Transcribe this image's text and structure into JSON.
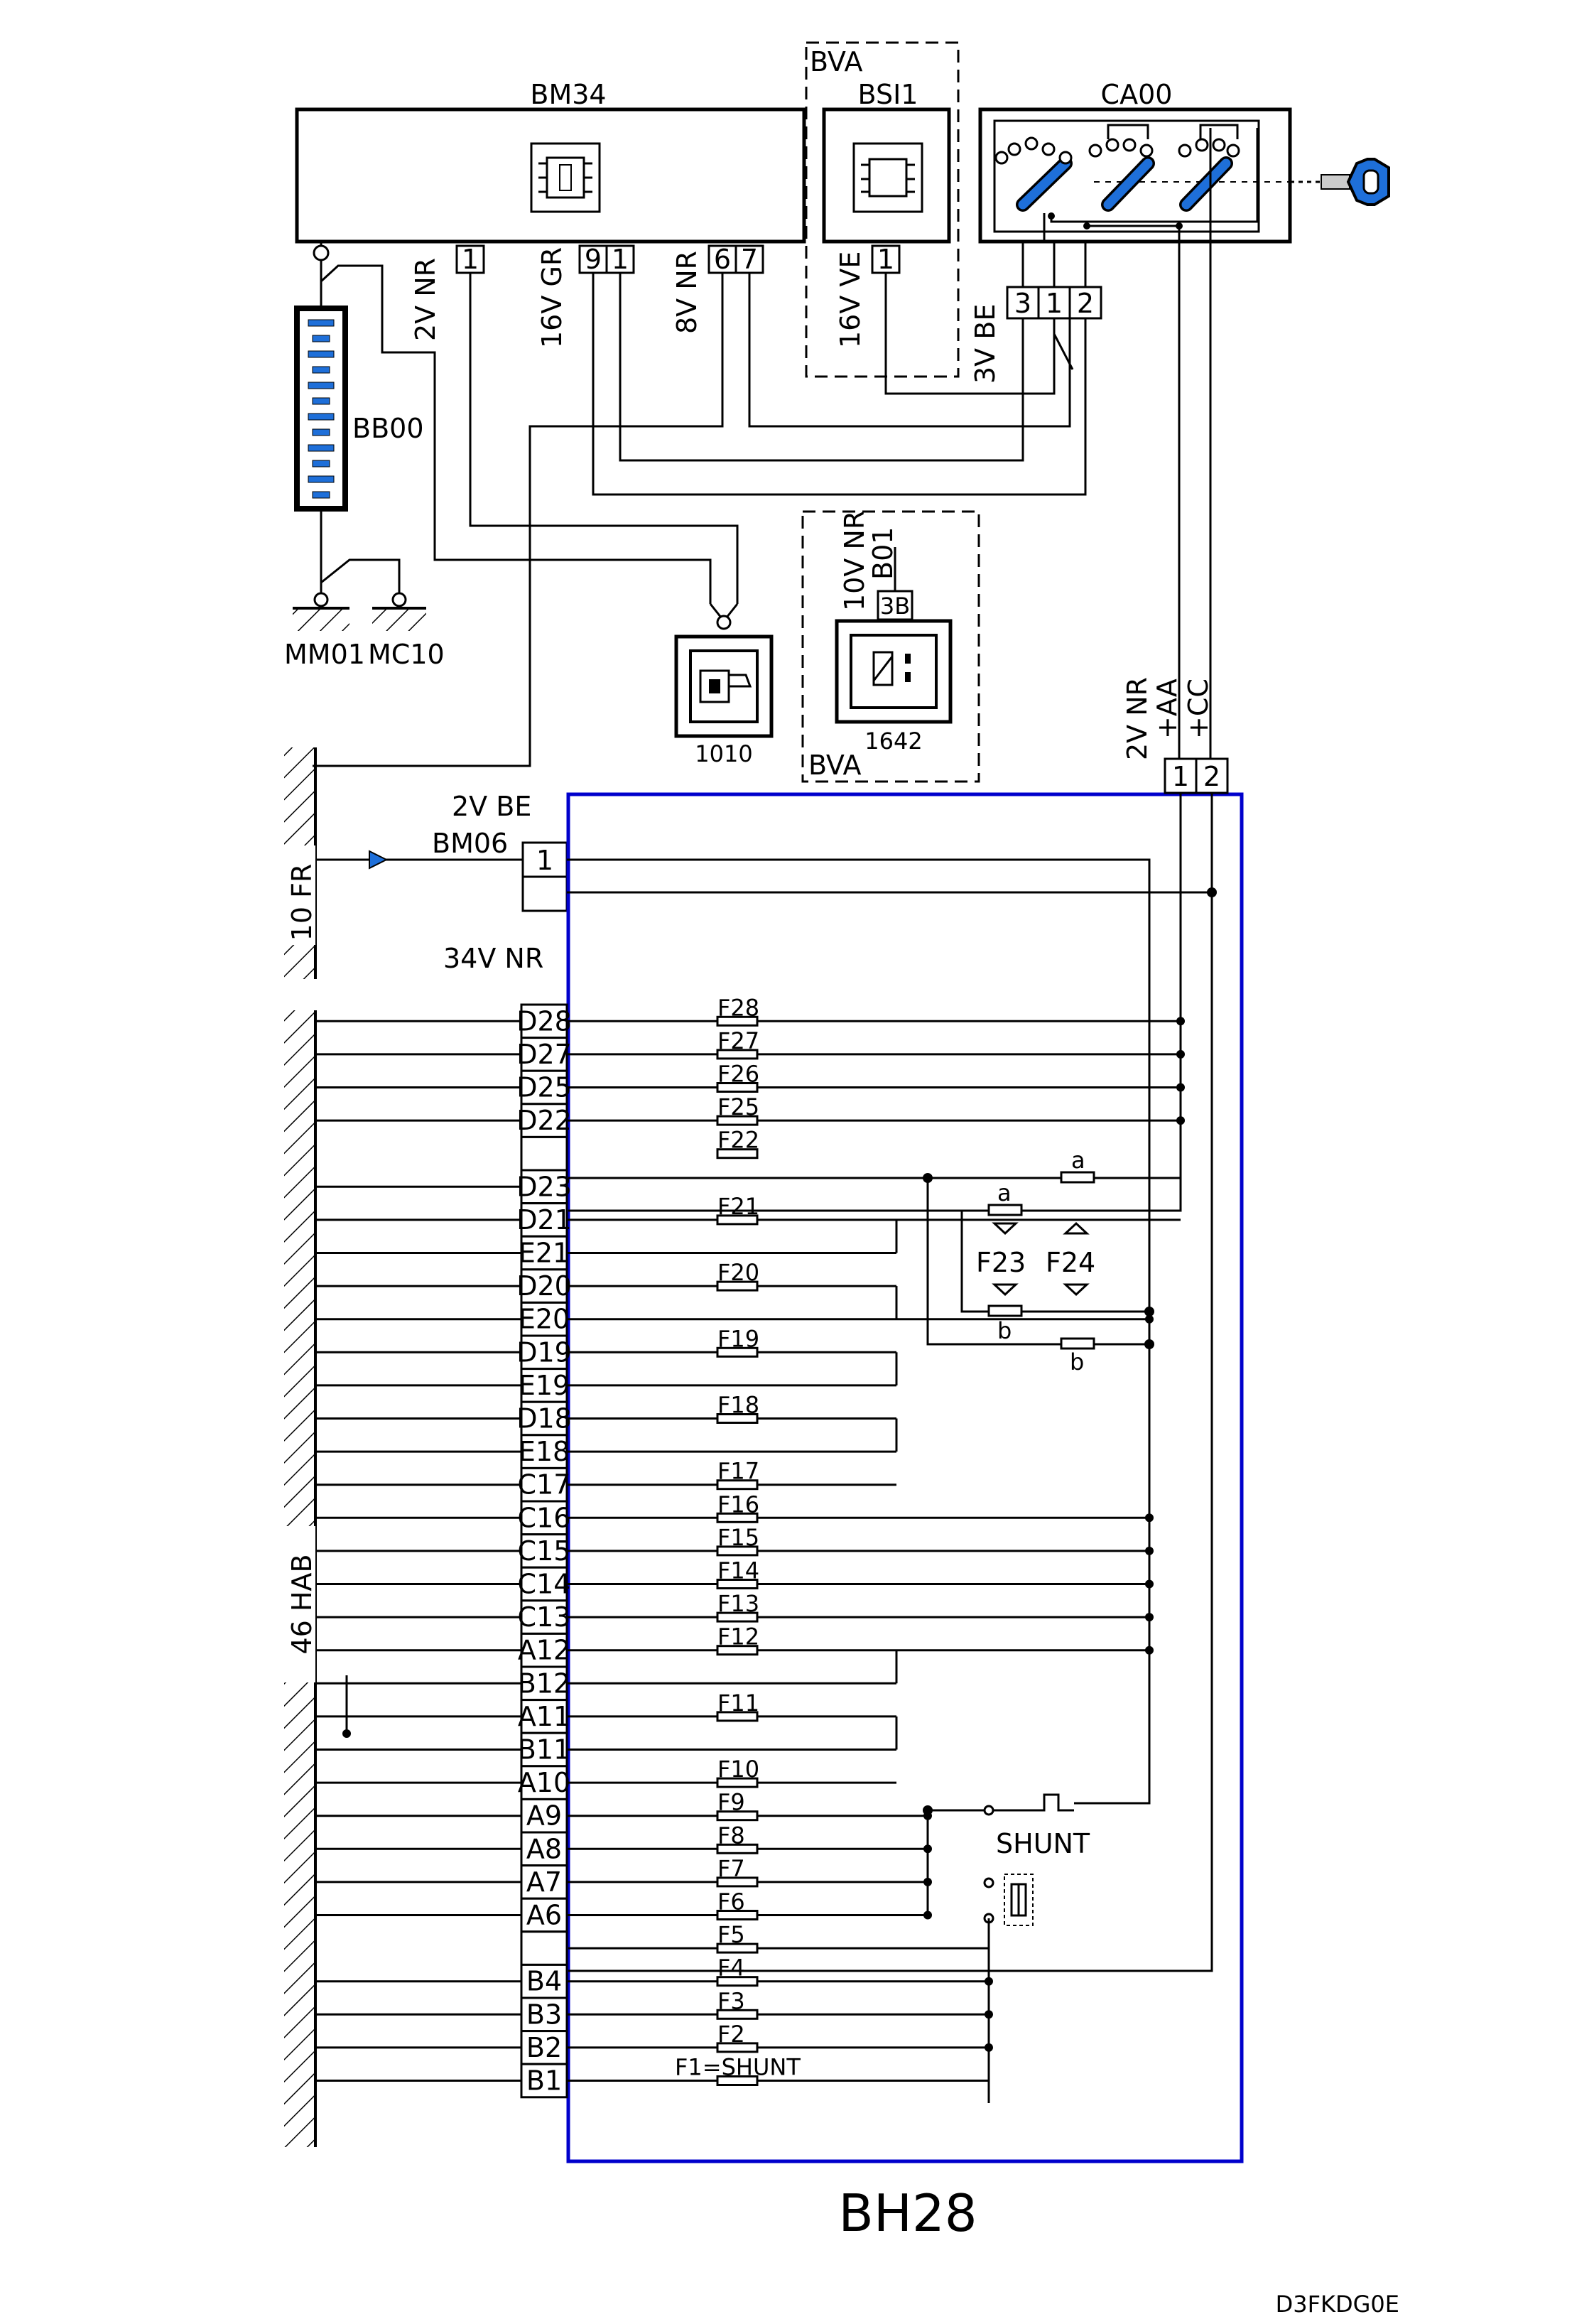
{
  "modules": {
    "bm34": "BM34",
    "bvs": "BVA",
    "bsi1": "BSI1",
    "ca00": "CA00",
    "bb00": "BB00",
    "mm01": "MM01",
    "mc10": "MC10",
    "starter": "1010",
    "bva_lower": "BVA",
    "relay": "1642",
    "bm06": "BM06",
    "bh28": "BH28"
  },
  "connectors": {
    "bm34_2v": "2V NR",
    "bm34_16v": "16V GR",
    "bm34_8v": "8V NR",
    "bsi_16v": "16V VE",
    "ca00_3v": "3V BE",
    "relay_10v": "10V NR",
    "relay_b01": "B01",
    "relay_pin": "3B",
    "bh28_top": "2V NR",
    "bh28_aa": "+AA",
    "bh28_cc": "+CC",
    "bm06_2v": "2V BE",
    "side_10fr": "10 FR",
    "side_34v": "34V NR",
    "side_46hab": "46 HAB"
  },
  "pins": {
    "bm34": [
      "1",
      "9",
      "1",
      "6",
      "7"
    ],
    "bsi1": [
      "1"
    ],
    "ca00": [
      "3",
      "1",
      "2"
    ],
    "bh28_top": [
      "1",
      "2"
    ],
    "bm06": [
      "1"
    ]
  },
  "bh28_pins": [
    "D28",
    "D27",
    "D25",
    "D22",
    "",
    "D23",
    "D21",
    "E21",
    "D20",
    "E20",
    "D19",
    "E19",
    "D18",
    "E18",
    "C17",
    "C16",
    "C15",
    "C14",
    "C13",
    "A12",
    "B12",
    "A11",
    "B11",
    "A10",
    "A9",
    "A8",
    "A7",
    "A6",
    "",
    "B4",
    "B3",
    "B2",
    "B1"
  ],
  "fuses": [
    "F28",
    "F27",
    "F26",
    "F25",
    "F22",
    "F21",
    "F20",
    "F19",
    "F18",
    "F17",
    "F16",
    "F15",
    "F14",
    "F13",
    "F12",
    "F11",
    "F10",
    "F9",
    "F8",
    "F7",
    "F6",
    "F5",
    "F4",
    "F3",
    "F2",
    "F1=SHUNT"
  ],
  "shunt_label": "SHUNT",
  "f23_label": "F23",
  "f24_label": "F24",
  "switch_a": "a",
  "switch_b": "b",
  "footer_code": "D3FKDG0E",
  "colors": {
    "frame": "#0000cc",
    "accent": "#1e6fd9",
    "ink": "#000000"
  }
}
